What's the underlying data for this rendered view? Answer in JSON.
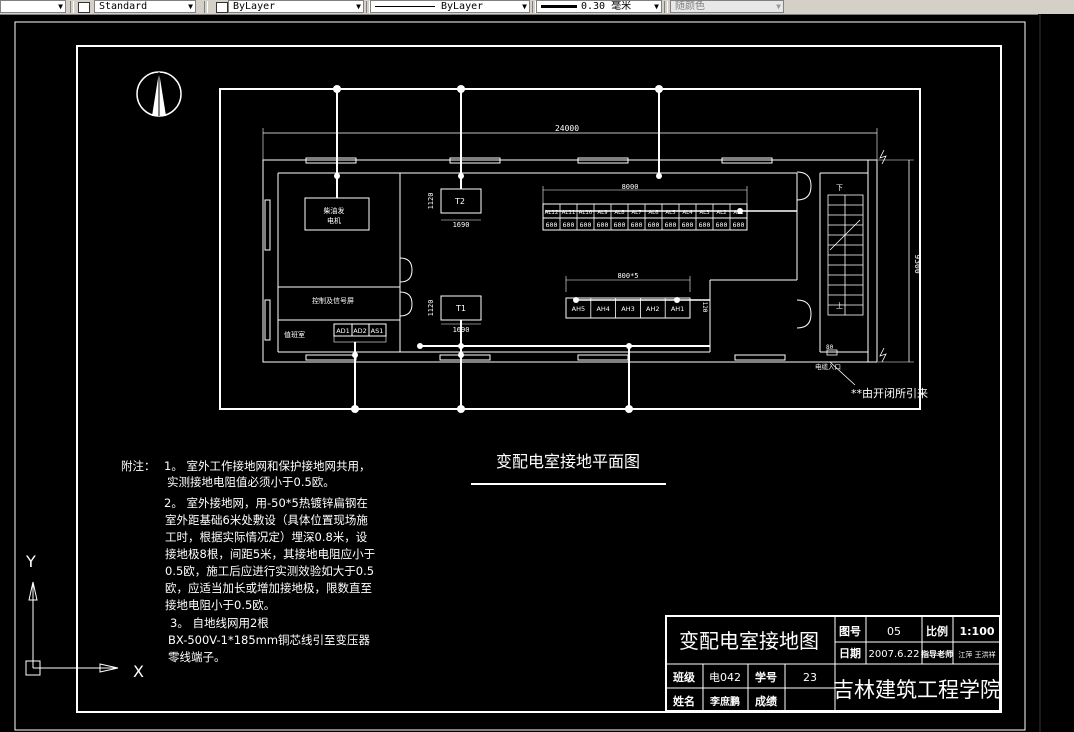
{
  "toolbar": {
    "textstyle": "Standard",
    "layer": "ByLayer",
    "linetype": "ByLayer",
    "lineweight": "0.30 毫米",
    "color": "随颜色"
  },
  "drawing": {
    "title": "变配电室接地平面图",
    "dim_total_width": "24000",
    "dim_panel_row": "8000",
    "dim_hv_row": "800*5",
    "dim_height": "9300",
    "dim_t_width_1": "1690",
    "dim_t_width_2": "1690",
    "dim_t_height_1": "1120",
    "dim_t_height_2": "1120",
    "dim_small": "120",
    "dim_cable": "80",
    "room_diesel_1": "柴油发",
    "room_diesel_2": "电机",
    "room_transformer_2": "T2",
    "room_transformer_1": "T1",
    "room_control": "控制及信号屏",
    "room_duty": "值班室",
    "room_cable_entry": "电缆入口",
    "stair_down": "下",
    "stair_up": "上",
    "lead_note": "**由开闭所引来",
    "panels_al": [
      "AL12",
      "AL11",
      "AL10",
      "AL9",
      "AL8",
      "AL7",
      "AL6",
      "AL5",
      "AL4",
      "AL3",
      "AL2",
      "AL1"
    ],
    "panels_al_value": "600",
    "panels_ah": [
      "AH5",
      "AH4",
      "AH3",
      "AH2",
      "AH1"
    ],
    "panels_ad": [
      "AD1",
      "AD2",
      "AS1"
    ]
  },
  "notes": {
    "label": "附注：",
    "n1_a": "1。 室外工作接地网和保护接地网共用，",
    "n1_b": "实测接地电阻值必须小于0.5欧。",
    "n2_a": "2。 室外接地网，用-50*5热镀锌扁钢在",
    "n2_b": "室外距基础6米处敷设（具体位置现场施",
    "n2_c": "工时，根据实际情况定）埋深0.8米，设",
    "n2_d": "接地极8根，间距5米，其接地电阻应小于",
    "n2_e": "0.5欧，施工后应进行实测效验如大于0.5",
    "n2_f": "欧，应适当加长或增加接地极，限数直至",
    "n2_g": "接地电阻小于0.5欧。",
    "n3_a": "3。 自地线网用2根",
    "n3_b": "BX-500V-1*185mm铜芯线引至变压器",
    "n3_c": "零线端子。"
  },
  "titleblock": {
    "drawing_name": "变配电室接地图",
    "label_no": "图号",
    "value_no": "05",
    "label_scale": "比例",
    "value_scale": "1:100",
    "label_date": "日期",
    "value_date": "2007.6.22",
    "label_advisor": "指导老师",
    "value_advisor": "江萍  王洪祥",
    "label_class": "班级",
    "value_class": "电042",
    "label_student_no": "学号",
    "value_student_no": "23",
    "label_name": "姓名",
    "value_name": "李庶鹏",
    "label_grade": "成绩",
    "school": "吉林建筑工程学院"
  },
  "ucs": {
    "y": "Y",
    "x": "X"
  }
}
